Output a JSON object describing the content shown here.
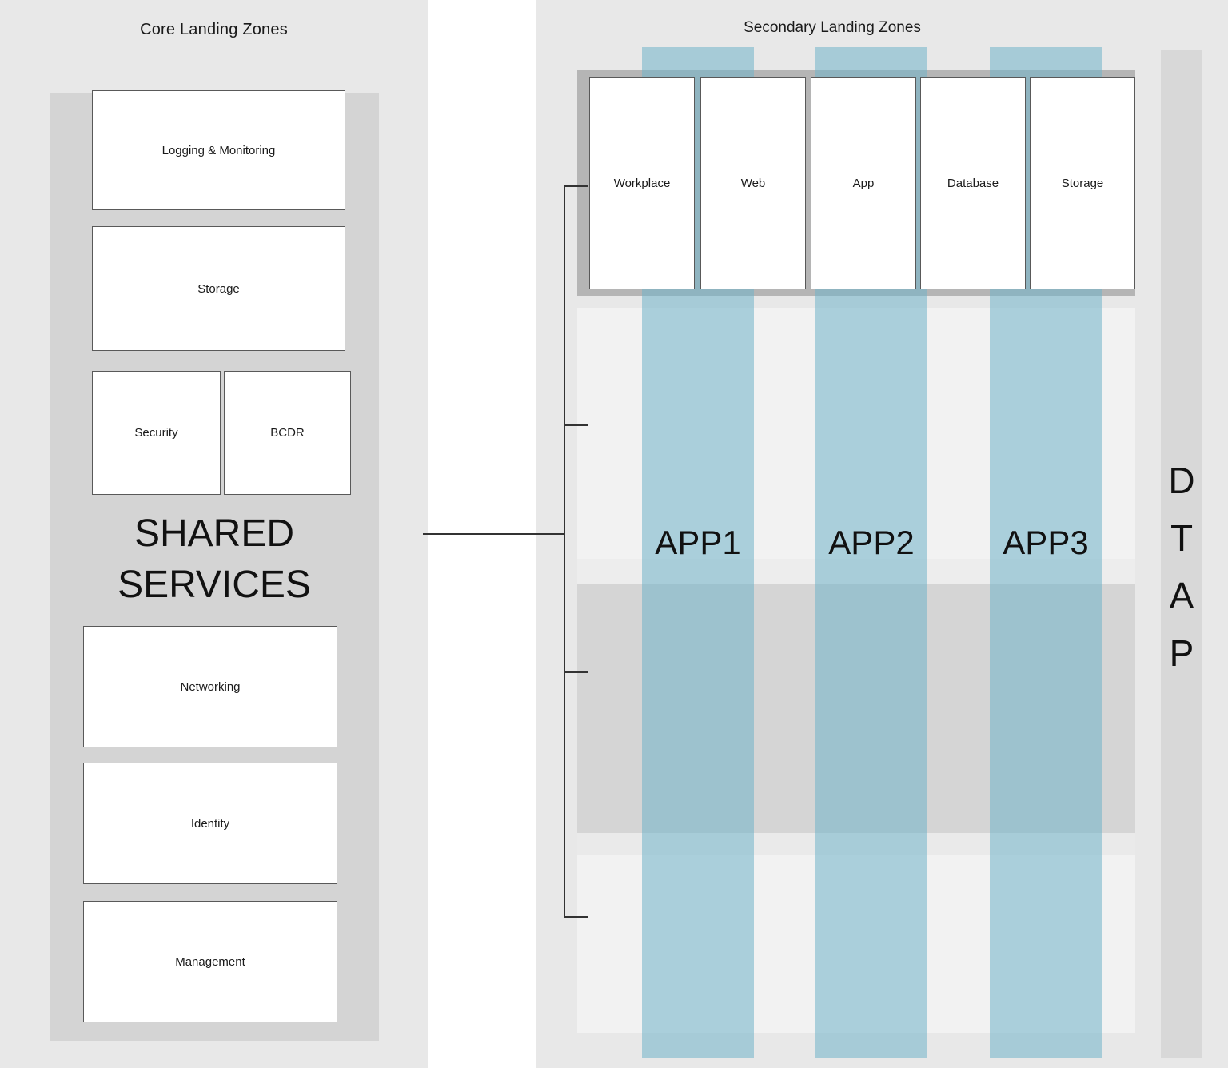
{
  "core_panel": {
    "title": "Core Landing Zones",
    "group_label_line1": "SHARED",
    "group_label_line2": "SERVICES",
    "boxes": [
      {
        "label": "Logging & Monitoring"
      },
      {
        "label": "Storage"
      },
      {
        "label": "Security"
      },
      {
        "label": "BCDR"
      },
      {
        "label": "Networking"
      },
      {
        "label": "Identity"
      },
      {
        "label": "Management"
      }
    ]
  },
  "secondary_panel": {
    "title": "Secondary Landing Zones",
    "service_cards": [
      {
        "label": "Workplace"
      },
      {
        "label": "Web"
      },
      {
        "label": "App"
      },
      {
        "label": "Database"
      },
      {
        "label": "Storage"
      }
    ],
    "app_stripes": [
      {
        "label": "APP1"
      },
      {
        "label": "APP2"
      },
      {
        "label": "APP3"
      }
    ],
    "dtap": {
      "letters": [
        "D",
        "T",
        "A",
        "P"
      ]
    }
  },
  "colors": {
    "panel_background": "#e8e8e8",
    "inner_background": "#d4d4d4",
    "card_container": "#b5b5b5",
    "card_fill": "#ffffff",
    "card_border": "#595959",
    "stripe_blue": "#70b2c9",
    "band_light": "#f2f2f2",
    "band_dark": "#d5d5d5",
    "dtap_column": "#d8d8d8",
    "connector_line": "#333333",
    "text": "#1a1a1a"
  }
}
